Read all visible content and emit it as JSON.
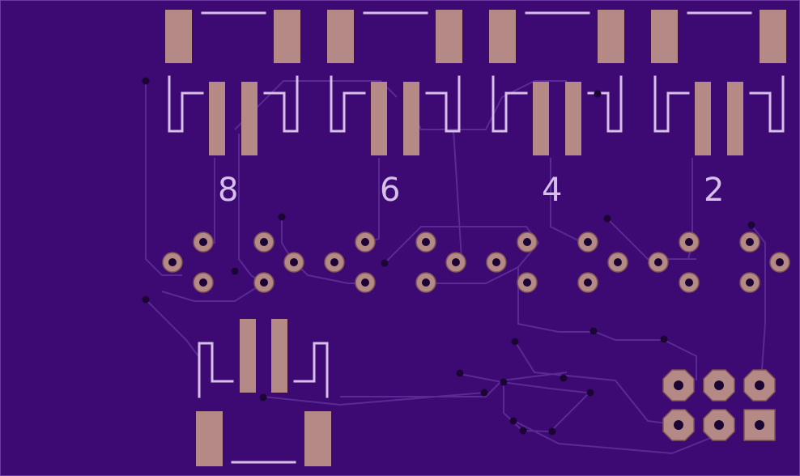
{
  "board": {
    "background": "#3d0a73",
    "copper": "#b58a86",
    "silkscreen": "#d6c0ea",
    "trace": "#5a2a94"
  },
  "labels": [
    "8",
    "6",
    "4",
    "2"
  ]
}
